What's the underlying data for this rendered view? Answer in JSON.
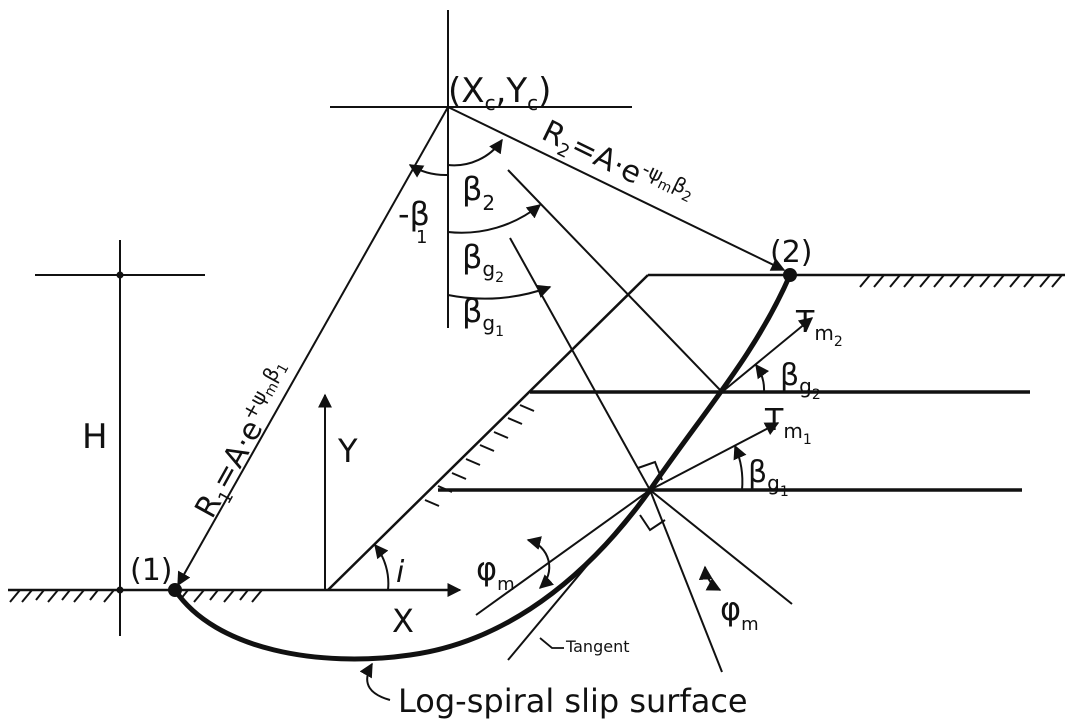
{
  "labels": {
    "center": "(X",
    "center_sub": "c",
    "center_mid": ",Y",
    "center_sub2": "c",
    "center_close": ")",
    "point1": "(1)",
    "point2": "(2)",
    "height": "H",
    "y_axis": "Y",
    "x_axis": "X",
    "slope_angle": "i",
    "r1_main": "R",
    "r1_sub": "1",
    "r1_expr": "=A·e",
    "r1_exp": "+ψ",
    "r1_exp_sub": "m",
    "r1_exp_end": "β",
    "r1_exp_end_sub": "1",
    "r2_main": "R",
    "r2_sub": "2",
    "r2_expr": "=A·e",
    "r2_exp": "-ψ",
    "r2_exp_sub": "m",
    "r2_exp_end": "β",
    "r2_exp_end_sub": "2",
    "beta1": "-β",
    "beta1_sub": "1",
    "beta2": "β",
    "beta2_sub": "2",
    "betag2": "β",
    "betag2_sub": "g",
    "betag2_subsub": "2",
    "betag1": "β",
    "betag1_sub": "g",
    "betag1_subsub": "1",
    "tm2": "T",
    "tm2_sub": "m",
    "tm2_subsub": "2",
    "tm1": "T",
    "tm1_sub": "m",
    "tm1_subsub": "1",
    "betag2_right": "β",
    "betag2_right_sub": "g",
    "betag2_right_subsub": "2",
    "betag1_right": "β",
    "betag1_right_sub": "g",
    "betag1_right_subsub": "1",
    "phi_left": "φ",
    "phi_left_sub": "m",
    "phi_right": "φ",
    "phi_right_sub": "m",
    "tangent": "Tangent",
    "slip_surface": "Log-spiral slip surface"
  }
}
